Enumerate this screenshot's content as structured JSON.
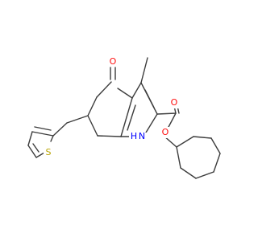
{
  "atoms": {
    "oxygen_ketone": {
      "text": "O",
      "color": "#ff0d0d"
    },
    "oxygen_carbonyl": {
      "text": "O",
      "color": "#ff0d0d"
    },
    "oxygen_ester": {
      "text": "O",
      "color": "#ff0d0d"
    },
    "nitrogen_h": {
      "text": "H",
      "color": "#0000ff"
    },
    "nitrogen_n": {
      "text": "N",
      "color": "#0000ff"
    },
    "sulfur": {
      "text": "S",
      "color": "#b8a300"
    }
  },
  "bond_color": "#3c3c3c"
}
